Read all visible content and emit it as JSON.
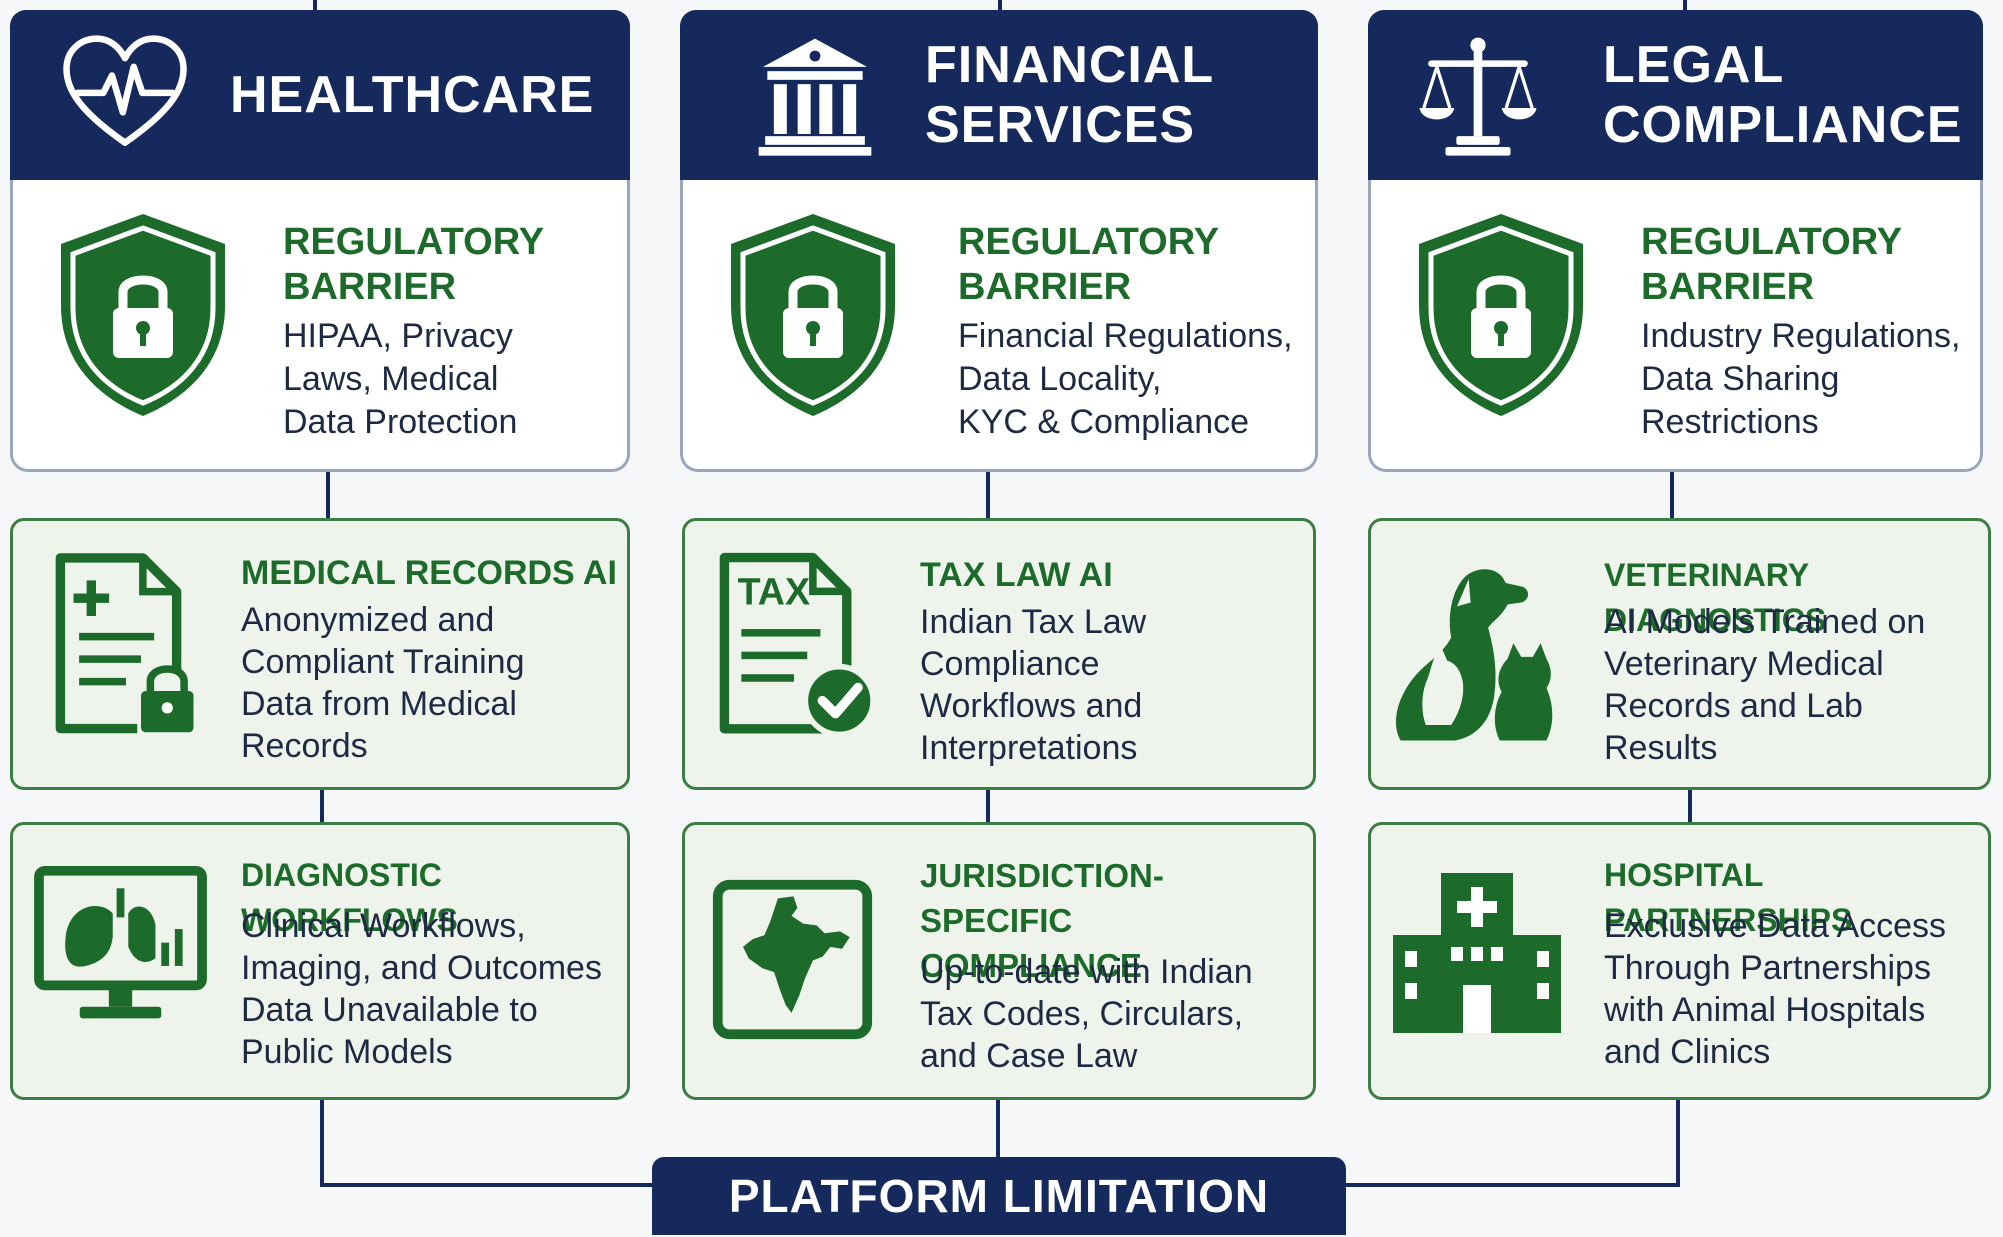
{
  "columns": [
    {
      "title": "HEALTHCARE",
      "icon": "heart-pulse-icon",
      "barrier": {
        "title": "REGULATORY\nBARRIER",
        "description": "HIPAA, Privacy\nLaws, Medical\nData Protection"
      },
      "cards": [
        {
          "title": "MEDICAL RECORDS AI",
          "description": "Anonymized and\nCompliant Training\nData from Medical\nRecords",
          "icon": "medical-document-lock-icon"
        },
        {
          "title": "DIAGNOSTIC WORKFLOWS",
          "description": "Clinical Workflows,\nImaging, and Outcomes\nData Unavailable to\nPublic Models",
          "icon": "lungs-monitor-icon"
        }
      ]
    },
    {
      "title": "FINANCIAL\nSERVICES",
      "icon": "bank-building-icon",
      "barrier": {
        "title": "REGULATORY\nBARRIER",
        "description": "Financial Regulations,\nData Locality,\nKYC & Compliance"
      },
      "cards": [
        {
          "title": "TAX LAW AI",
          "description": "Indian Tax Law\nCompliance\nWorkflows and\nInterpretations",
          "icon": "tax-document-check-icon",
          "icon_text": "TAX"
        },
        {
          "title": "JURISDICTION-SPECIFIC\nCOMPLIANCE",
          "description": "Up-to-date with Indian\nTax Codes, Circulars,\nand Case Law",
          "icon": "india-map-icon"
        }
      ]
    },
    {
      "title": "LEGAL\nCOMPLIANCE",
      "icon": "scales-of-justice-icon",
      "barrier": {
        "title": "REGULATORY\nBARRIER",
        "description": "Industry Regulations,\nData Sharing\nRestrictions"
      },
      "cards": [
        {
          "title": "VETERINARY DIAGNOSTICS",
          "description": "AI Models Trained on\nVeterinary Medical\nRecords and Lab\nResults",
          "icon": "dog-cat-icon"
        },
        {
          "title": "HOSPITAL PARTNERSHIPS",
          "description": "Exclusive Data Access\nThrough Partnerships\nwith Animal Hospitals\nand Clinics",
          "icon": "hospital-building-icon"
        }
      ]
    }
  ],
  "platform_label": "PLATFORM LIMITATION",
  "colors": {
    "navy": "#16295c",
    "green": "#1d6b2a",
    "card_bg": "#eef4ec",
    "card_border": "#3b7d43",
    "text": "#1e2a44"
  }
}
